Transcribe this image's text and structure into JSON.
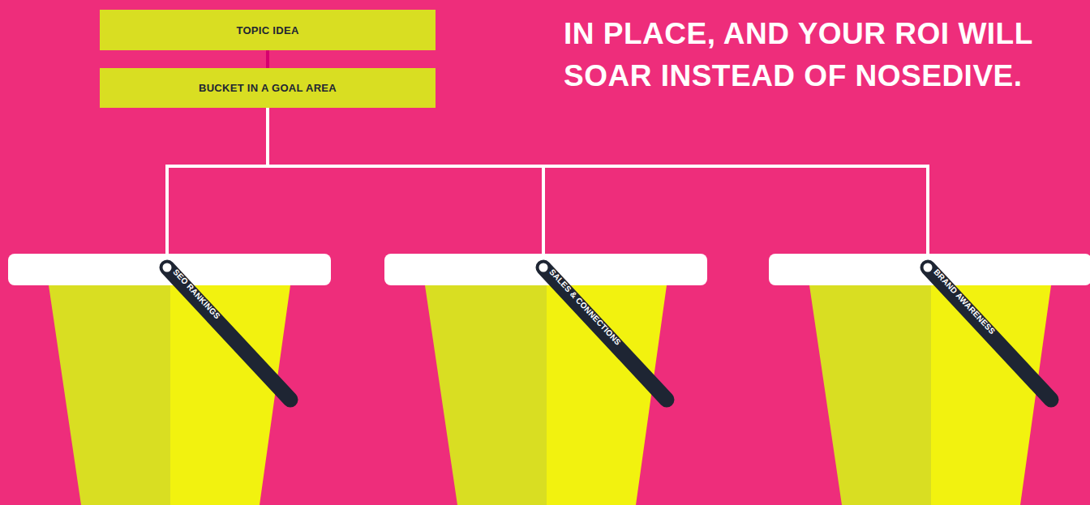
{
  "diagram": {
    "nodes": [
      {
        "text": [
          "TOPIC IDEA"
        ]
      },
      {
        "text": [
          "BUCKET IN A GOAL AREA"
        ]
      },
      {
        "text": [
          "SEO RANKINGS"
        ]
      },
      {
        "text": [
          "SALES & CONNECTIONS"
        ]
      },
      {
        "text": [
          "BRAND AWARENESS"
        ]
      }
    ],
    "edges": [
      {
        "from": 0,
        "to": 1,
        "arrow": "none"
      },
      {
        "from": 1,
        "to": 2,
        "arrow": "none"
      },
      {
        "from": 1,
        "to": 3,
        "arrow": "none"
      },
      {
        "from": 1,
        "to": 4,
        "arrow": "none"
      }
    ],
    "labels": [
      "IN PLACE, AND YOUR ROI WILL SOAR INSTEAD OF NOSEDIVE."
    ]
  }
}
